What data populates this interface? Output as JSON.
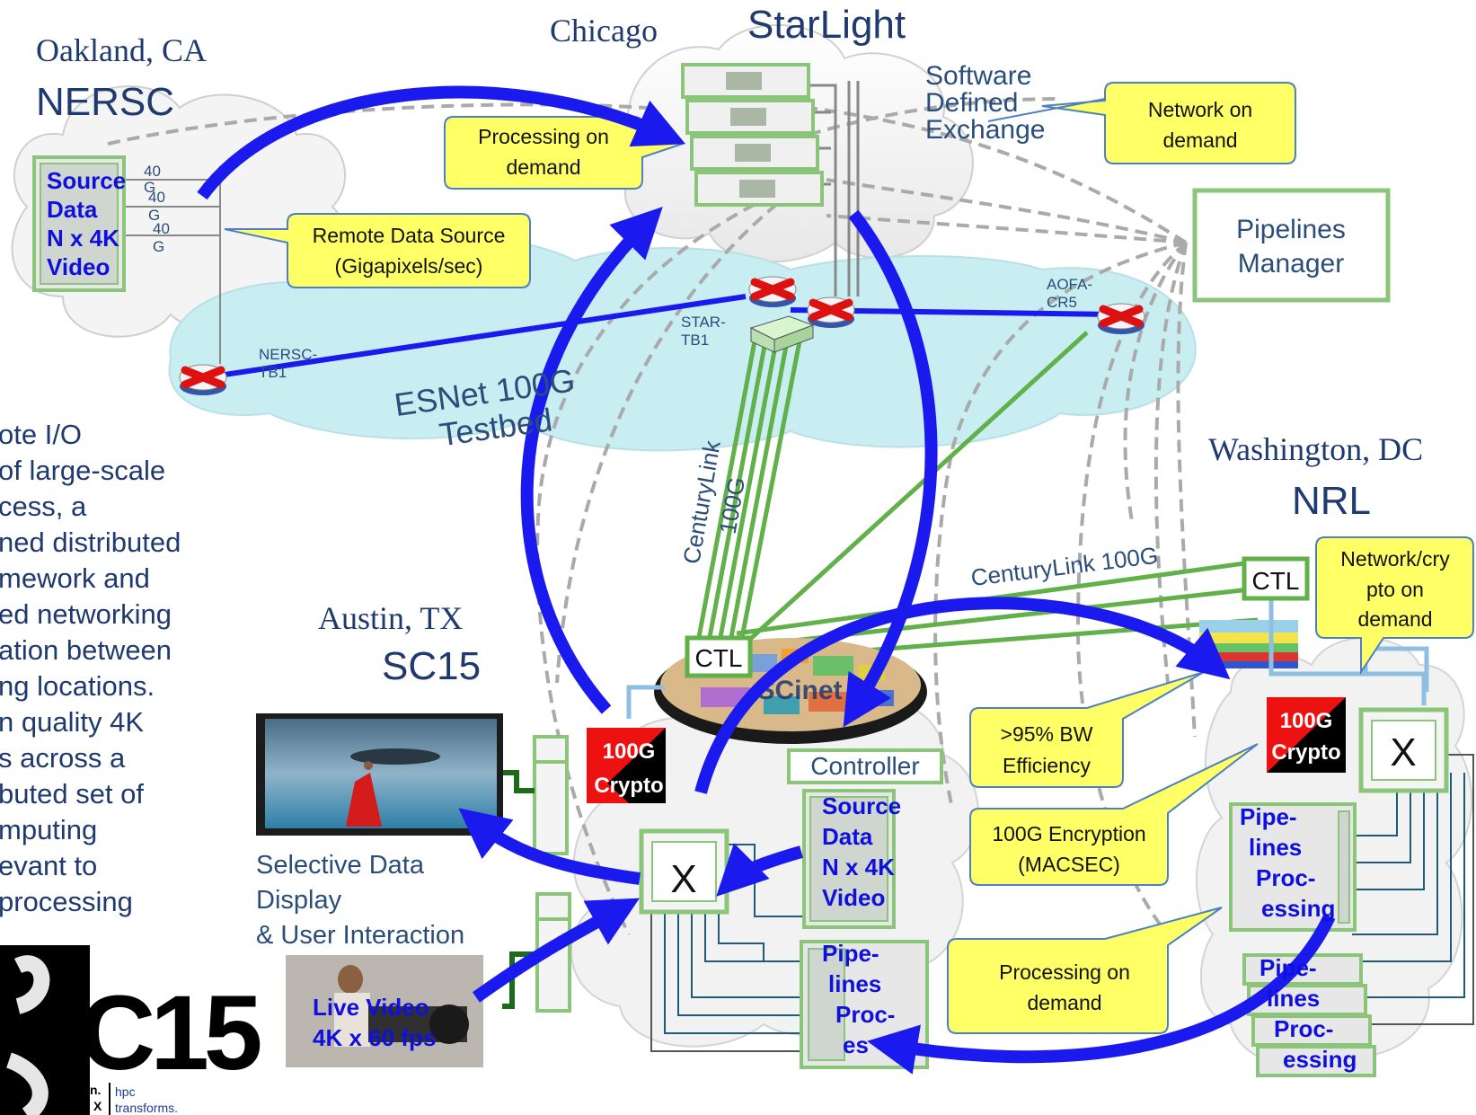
{
  "locations": {
    "oakland": {
      "city": "Oakland, CA",
      "site": "NERSC"
    },
    "chicago": {
      "city": "Chicago",
      "site": "StarLight"
    },
    "austin": {
      "city": "Austin, TX",
      "site": "SC15"
    },
    "washington": {
      "city": "Washington, DC",
      "site": "NRL"
    }
  },
  "callouts": {
    "processing_chicago": [
      "Processing on",
      "demand"
    ],
    "remote_data_source": [
      "Remote Data Source",
      "(Gigapixels/sec)"
    ],
    "network_on_demand": [
      "Network on",
      "demand"
    ],
    "network_crypto": [
      "Network/cry",
      "pto on",
      "demand"
    ],
    "bw_efficiency": [
      ">95% BW",
      "Efficiency"
    ],
    "encryption": [
      "100G Encryption",
      "(MACSEC)"
    ],
    "processing_dc": [
      "Processing on",
      "demand"
    ]
  },
  "labels": {
    "sdx": [
      "Software",
      "Defined",
      "Exchange"
    ],
    "pipelines_manager": [
      "Pipelines",
      "Manager"
    ],
    "source_data_nersc": [
      "Source",
      "Data",
      "N x 4K",
      "Video"
    ],
    "source_data_sc15": [
      "Source",
      "Data",
      "N x 4K",
      "Video"
    ],
    "link_40g": [
      "40",
      "G"
    ],
    "nersc_router": [
      "NERSC-",
      "TB1"
    ],
    "star_router": [
      "STAR-",
      "TB1"
    ],
    "aofa_router": [
      "AOFA-",
      "CR5"
    ],
    "esnet": [
      "ESNet 100G",
      "Testbed"
    ],
    "centurylink_vertical": [
      "CenturyLink",
      "100G"
    ],
    "centurylink_horizontal": "CenturyLink 100G",
    "ctl": "CTL",
    "scinet": "SCinet",
    "controller": "Controller",
    "crypto_sc15": [
      "100G",
      "Crypto"
    ],
    "crypto_nrl": [
      "100G",
      "Crypto"
    ],
    "switch_x": "X",
    "pipelines_sc15": [
      "Pipe-",
      "lines",
      "Proc-",
      "es"
    ],
    "pipelines_nrl_top": [
      "Pipe-",
      "lines",
      "Proc-",
      "essing"
    ],
    "pipelines_nrl_bottom": [
      "Pipe-",
      "lines",
      "Proc-",
      "essing"
    ],
    "display_caption": [
      "Selective Data",
      "Display",
      "& User Interaction"
    ],
    "live_video": [
      "Live Video",
      "4K x 60 fps"
    ]
  },
  "left_text": [
    "ote I/O",
    " of large-scale",
    "cess, a",
    "ned distributed",
    "mework and",
    "ed networking",
    "ation between",
    "ng locations.",
    "n quality 4K",
    "s across a",
    "buted set of",
    "mputing",
    "evant to",
    "processing"
  ],
  "sc15_logo": {
    "big": "C15",
    "left": [
      "n.",
      "X"
    ],
    "right": [
      "hpc",
      "transforms."
    ]
  },
  "colors": {
    "arrow_blue": "#1a1aee",
    "link_green": "#62b04a",
    "callout_fill": "#ffff66",
    "callout_border": "#4d7fc7",
    "cloud_fill": "#f2f2f2",
    "esnet_fill": "#c8eef2",
    "title_color": "#1f3a6e",
    "crypto_red": "#ee1111"
  }
}
